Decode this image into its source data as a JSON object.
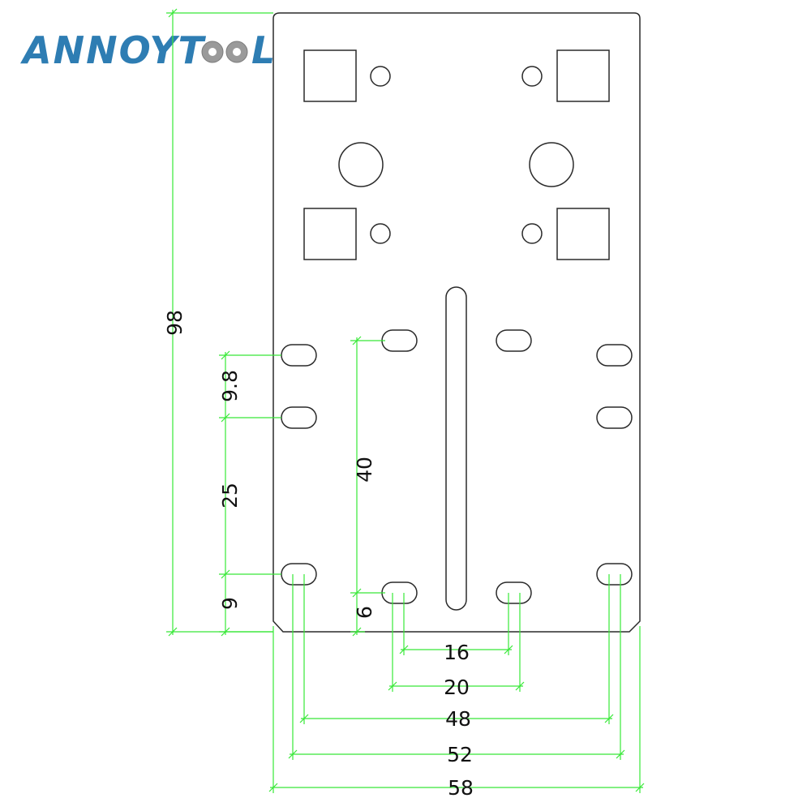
{
  "logo": {
    "part1": "ANNOYT",
    "part2": "LS",
    "gear_icon": "gear-icon",
    "color": "#2e7db3"
  },
  "dimensions": {
    "overall_height": "98",
    "overall_width": "58",
    "slot_pitch_9_8": "9.8",
    "slot_pitch_25": "25",
    "bottom_offset_9": "9",
    "bottom_offset_6": "6",
    "inner_height_40": "40",
    "width_16": "16",
    "width_20": "20",
    "width_48": "48",
    "width_52": "52"
  },
  "colors": {
    "dimension_lines": "#37e837",
    "outline": "#2a2a2a"
  }
}
